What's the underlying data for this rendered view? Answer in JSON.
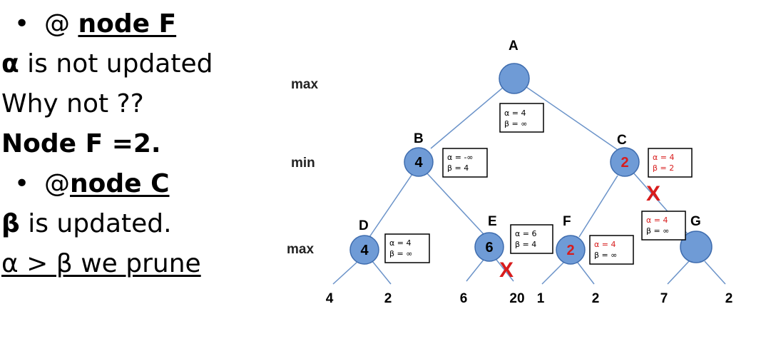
{
  "notes": {
    "line1_prefix": "@ ",
    "line1_node": "node F",
    "line2_alpha": "α",
    "line2_rest": " is not updated",
    "line3": "Why not ??",
    "line4": "Node F =2.",
    "line5_prefix": "@",
    "line5_node": "node C",
    "line6_beta": "β",
    "line6_rest": " is updated.",
    "line7": "α > β we prune",
    "bullet": "•"
  },
  "levels": {
    "max_top": "max",
    "min": "min",
    "max_bottom": "max"
  },
  "nodes": {
    "A": {
      "label": "A",
      "value": ""
    },
    "B": {
      "label": "B",
      "value": "4"
    },
    "C": {
      "label": "C",
      "value": "2"
    },
    "D": {
      "label": "D",
      "value": "4"
    },
    "E": {
      "label": "E",
      "value": "6"
    },
    "F": {
      "label": "F",
      "value": "2"
    },
    "G": {
      "label": "G",
      "value": ""
    }
  },
  "boxes": {
    "A": {
      "alpha": "α = 4",
      "beta": "β = ∞"
    },
    "B": {
      "alpha": "α = -∞",
      "beta": "β = 4"
    },
    "C": {
      "alpha": "α = 4",
      "beta": "β = 2"
    },
    "D": {
      "alpha": "α = 4",
      "beta": "β = ∞"
    },
    "E": {
      "alpha": "α = 6",
      "beta": "β = 4"
    },
    "F": {
      "alpha": "α = 4",
      "beta": "β = ∞"
    },
    "G": {
      "alpha": "α = 4",
      "beta": "β = ∞"
    }
  },
  "leaves": [
    "4",
    "2",
    "6",
    "20",
    "1",
    "2",
    "7",
    "2"
  ],
  "prune_mark": "X",
  "colors": {
    "node_fill": "#6f9bd6",
    "node_stroke": "#3e6cae",
    "edge": "#6b93c9",
    "prune": "#d81c1c",
    "red_text": "#d81c1c"
  }
}
